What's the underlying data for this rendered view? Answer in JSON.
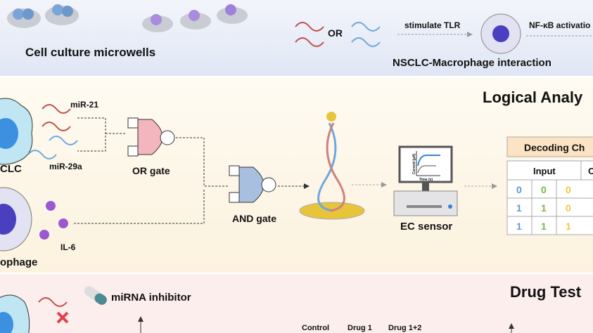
{
  "top": {
    "cell_culture": "Cell culture  microwells",
    "or": "OR",
    "stimulate": "stimulate TLR",
    "nfkb": "NF-κB activatio",
    "interaction": "NSCLC-Macrophage interaction"
  },
  "middle": {
    "title": "Logical Analy",
    "nsclc": "CLC",
    "mir21": "miR-21",
    "mir29a": "miR-29a",
    "or_gate": "OR gate",
    "and_gate": "AND gate",
    "il6": "IL-6",
    "macrophage": "ophage",
    "ec_sensor": "EC sensor",
    "ylabel": "Current (μA)",
    "xlabel": "Time (s)",
    "chart_title": "Decoding Ch",
    "table": {
      "header_input": "Input",
      "header_output": "O",
      "rows": [
        [
          "0",
          "0",
          "0"
        ],
        [
          "1",
          "1",
          "0"
        ],
        [
          "1",
          "1",
          "1"
        ]
      ],
      "colors": [
        "#5b9bd5",
        "#7ab648",
        "#f2c744"
      ]
    }
  },
  "bottom": {
    "inhibitor": "miRNA inhibitor",
    "title": "Drug Test",
    "groups": [
      "Control",
      "Drug 1",
      "Drug 1+2"
    ]
  },
  "colors": {
    "top_band": "#e9eef8",
    "middle_band": "#fdf7e8",
    "bottom_band": "#fdeeee",
    "or_gate": "#f4b6be",
    "and_gate": "#a9bfe0"
  }
}
